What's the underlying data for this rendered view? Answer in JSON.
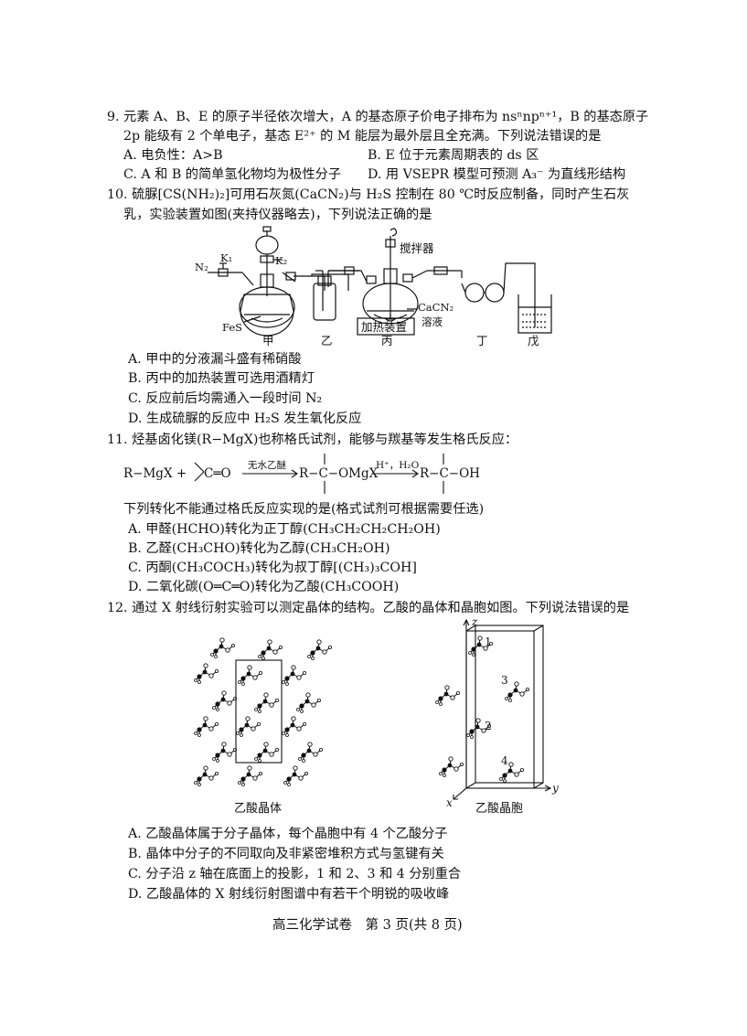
{
  "q9": {
    "l1": "9. 元素 A、B、E 的原子半径依次增大，A 的基态原子价电子排布为 nsⁿnpⁿ⁺¹，B 的基态原子",
    "l2": "2p 能级有 2 个单电子，基态 E²⁺ 的 M 能层为最外层且全充满。下列说法错误的是",
    "a": "A. 电负性：A>B",
    "b": "B. E 位于元素周期表的 ds 区",
    "c": "C. A 和 B 的简单氢化物均为极性分子",
    "d": "D. 用 VSEPR 模型可预测 A₃⁻ 为直线形结构"
  },
  "q10": {
    "l1": "10. 硫脲[CS(NH₂)₂]可用石灰氮(CaCN₂)与 H₂S 控制在 80 ℃时反应制备，同时产生石灰",
    "l2": "乳，实验装置如图(夹持仪器略去)，下列说法正确的是",
    "fig": {
      "n2": "N₂",
      "k1": "K₁",
      "k2": "K₂",
      "fes": "FeS",
      "stirrer": "搅拌器",
      "cacn2": "CaCN₂",
      "solution": "溶液",
      "heater": "加热装置",
      "jia": "甲",
      "yi": "乙",
      "bing": "丙",
      "ding": "丁",
      "wu": "戊"
    },
    "a": "A. 甲中的分液漏斗盛有稀硝酸",
    "b": "B. 丙中的加热装置可选用酒精灯",
    "c": "C. 反应前后均需通入一段时间 N₂",
    "d": "D. 生成硫脲的反应中 H₂S 发生氧化反应"
  },
  "q11": {
    "l1": "11. 烃基卤化镁(R−MgX)也称格氏试剂，能够与羰基等发生格氏反应：",
    "rxn": {
      "reactant": "R−MgX +",
      "carbonyl": "C═O",
      "cond1": "无水乙醚",
      "mid": "R−C−OMgX",
      "cond2": "H⁺，H₂O",
      "prod": "R−C−OH"
    },
    "l2": "下列转化不能通过格氏反应实现的是(格式试剂可根据需要任选)",
    "a": "A. 甲醛(HCHO)转化为正丁醇(CH₃CH₂CH₂CH₂OH)",
    "b": "B. 乙醛(CH₃CHO)转化为乙醇(CH₃CH₂OH)",
    "c": "C. 丙酮(CH₃COCH₃)转化为叔丁醇[(CH₃)₃COH]",
    "d": "D. 二氧化碳(O═C═O)转化为乙酸(CH₃COOH)"
  },
  "q12": {
    "l1": "12. 通过 X 射线衍射实验可以测定晶体的结构。乙酸的晶体和晶胞如图。下列说法错误的是",
    "fig": {
      "crystal": "乙酸晶体",
      "cell": "乙酸晶胞",
      "z": "z",
      "x": "x",
      "y": "y",
      "n1": "1",
      "n2": "2",
      "n3": "3",
      "n4": "4"
    },
    "a": "A. 乙酸晶体属于分子晶体，每个晶胞中有 4 个乙酸分子",
    "b": "B. 晶体中分子的不同取向及非紧密堆积方式与氢键有关",
    "c": "C. 分子沿 z 轴在底面上的投影，1 和 2、3 和 4 分别重合",
    "d": "D. 乙酸晶体的 X 射线衍射图谱中有若干个明锐的吸收峰"
  },
  "footer": "高三化学试卷　第 3 页(共 8 页)"
}
